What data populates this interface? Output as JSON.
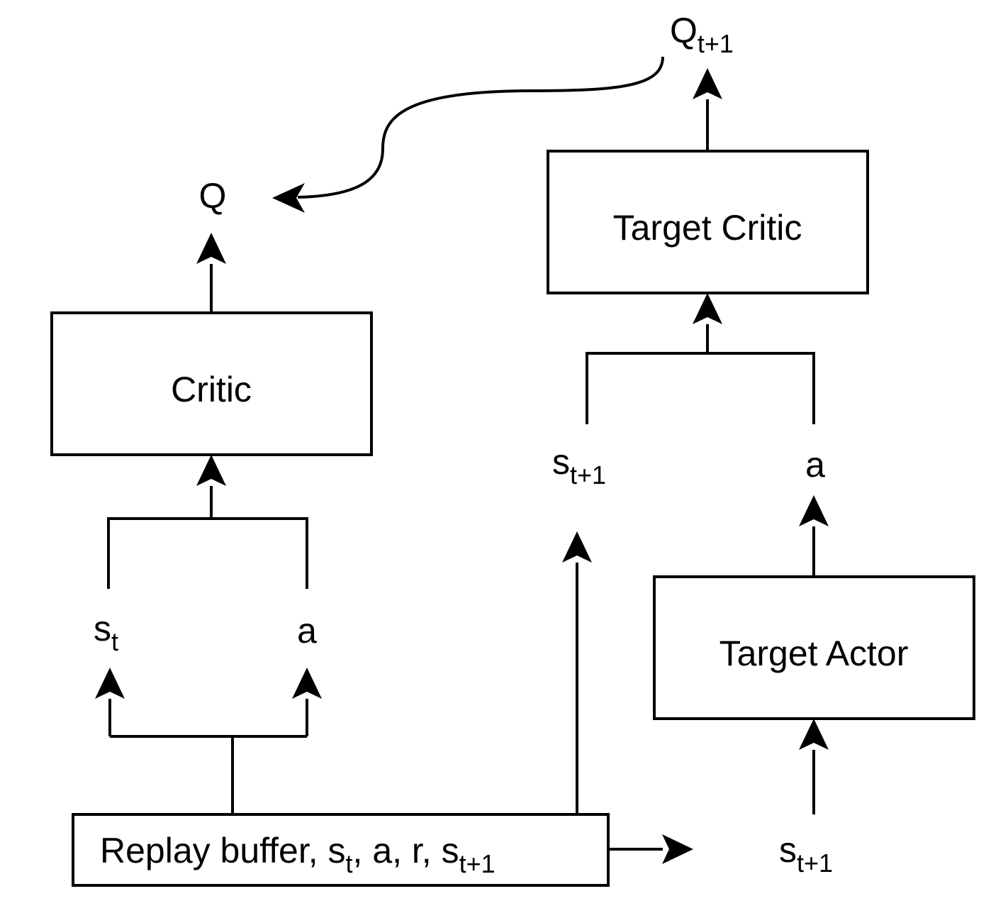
{
  "boxes": {
    "critic": "Critic",
    "target_critic": "Target Critic",
    "target_actor": "Target Actor"
  },
  "replay": {
    "text1": "Replay buffer, s",
    "sub1": "t",
    "text2": ", a, r, s",
    "sub2": "t+1"
  },
  "labels": {
    "q": "Q",
    "q_next_base": "Q",
    "q_next_sub": "t+1",
    "st_base": "s",
    "st_sub": "t",
    "a_left": "a",
    "s_next_mid_base": "s",
    "s_next_mid_sub": "t+1",
    "a_right": "a",
    "s_next_bottom_base": "s",
    "s_next_bottom_sub": "t+1"
  }
}
